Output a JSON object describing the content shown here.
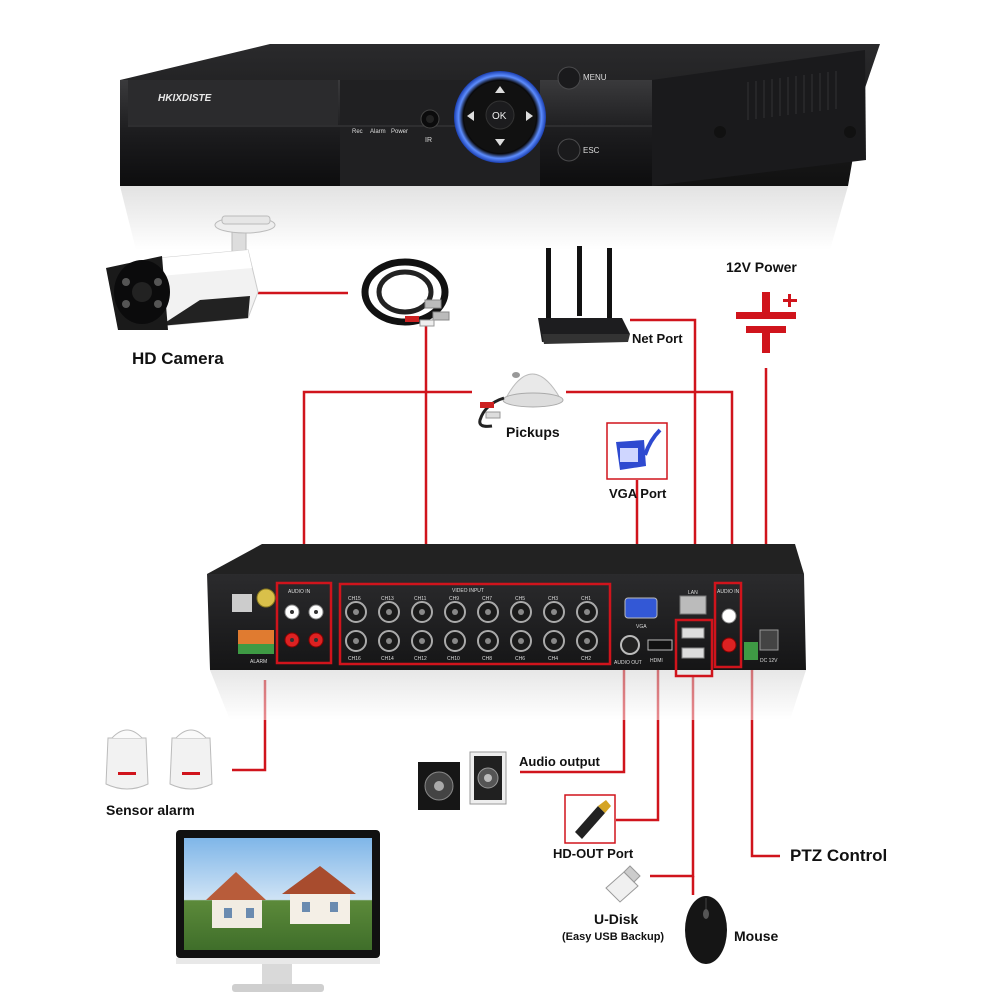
{
  "dvr_front": {
    "brand": "HKIXDISTE",
    "indicators": [
      "Rec",
      "Alarm",
      "Power"
    ],
    "ir_label": "IR",
    "ok_label": "OK",
    "menu_label": "MENU",
    "esc_label": "ESC"
  },
  "labels": {
    "hd_camera": "HD Camera",
    "power": "12V Power",
    "net_port": "Net Port",
    "pickups": "Pickups",
    "vga_port": "VGA Port",
    "audio_output": "Audio output",
    "sensor_alarm": "Sensor alarm",
    "hd_out_port": "HD-OUT Port",
    "ptz_control": "PTZ Control",
    "u_disk": "U-Disk",
    "u_disk_sub": "(Easy USB Backup)",
    "mouse": "Mouse"
  },
  "rear_panel": {
    "audio_in_left": "AUDIO IN",
    "video_input": "VIDEO INPUT",
    "audio_in_right": "AUDIO IN",
    "channels_top": [
      "CH15",
      "CH13",
      "CH11",
      "CH9",
      "CH7",
      "CH5",
      "CH3",
      "CH1"
    ],
    "channels_bottom": [
      "CH16",
      "CH14",
      "CH12",
      "CH10",
      "CH8",
      "CH6",
      "CH4",
      "CH2"
    ],
    "alarm": "ALARM",
    "vga": "VGA",
    "audio_out": "AUDIO OUT",
    "hdmi": "HDMI",
    "lan": "LAN",
    "dc": "DC 12V"
  },
  "colors": {
    "connector_line": "#d0141c",
    "dvr_body": "#1d1d1f",
    "accent_ring": "#2f6fff"
  }
}
